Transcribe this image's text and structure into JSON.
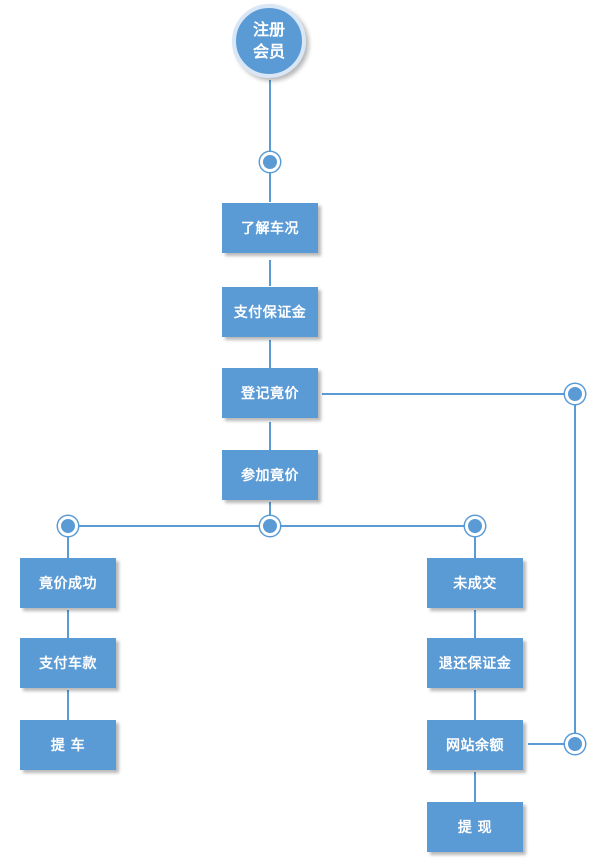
{
  "start": {
    "line1": "注册",
    "line2": "会员"
  },
  "steps": {
    "understand_car": "了解车况",
    "pay_deposit": "支付保证金",
    "register_bid": "登记竟价",
    "join_bid": "参加竟价"
  },
  "success_branch": {
    "bid_success": "竟价成功",
    "pay_car": "支付车款",
    "pickup_car": "提 车"
  },
  "fail_branch": {
    "no_deal": "未成交",
    "refund_deposit": "退还保证金",
    "site_balance": "网站余额",
    "withdraw": "提 现"
  },
  "colors": {
    "primary": "#5b9bd5",
    "start_border": "#d9e6f5",
    "text": "#ffffff"
  }
}
